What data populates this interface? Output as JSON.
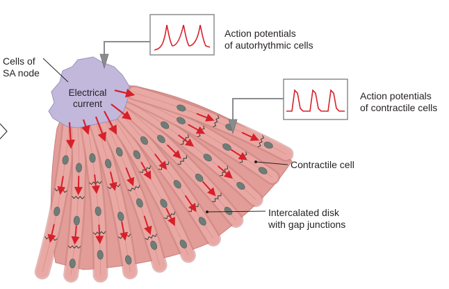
{
  "labels": {
    "sa_node": [
      "Cells of",
      "SA node"
    ],
    "electrical_current": [
      "Electrical",
      "current"
    ],
    "ap_autorhythmic": [
      "Action potentials",
      "of autorhythmic cells"
    ],
    "ap_contractile": [
      "Action potentials",
      "of contractile cells"
    ],
    "contractile_cell": "Contractile cell",
    "intercalated_disk": [
      "Intercalated disk",
      "with gap junctions"
    ]
  },
  "colors": {
    "fiber": "#e9a8a3",
    "fiber_edge": "#c8807c",
    "sa_node": "#c2b8dc",
    "nucleus": "#6f7d78",
    "arrow": "#d7202a",
    "trace": "#d7202a",
    "pointer": "#8a8c8f"
  }
}
